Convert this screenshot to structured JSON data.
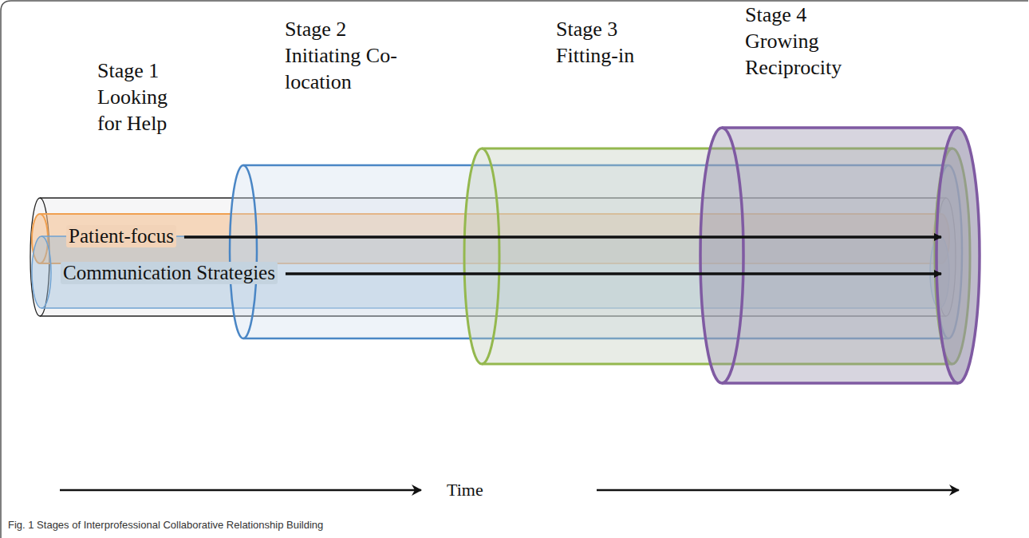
{
  "diagram": {
    "caption": "Fig. 1 Stages of Interprofessional Collaborative Relationship Building",
    "nodes": [
      {
        "text": [
          "Stage 1 Looking for Help"
        ]
      },
      {
        "text": [
          "Patient-focus"
        ],
        "in": 0
      },
      {
        "text": [
          "Communication Strategies"
        ],
        "in": 0
      },
      {
        "text": [
          "Stage 2 Initiating Co-location"
        ]
      },
      {
        "text": [
          "Stage 3 Fitting-in"
        ]
      },
      {
        "text": [
          "Stage 4 Growing Reciprocity"
        ]
      }
    ],
    "labels": [
      "Time"
    ]
  }
}
